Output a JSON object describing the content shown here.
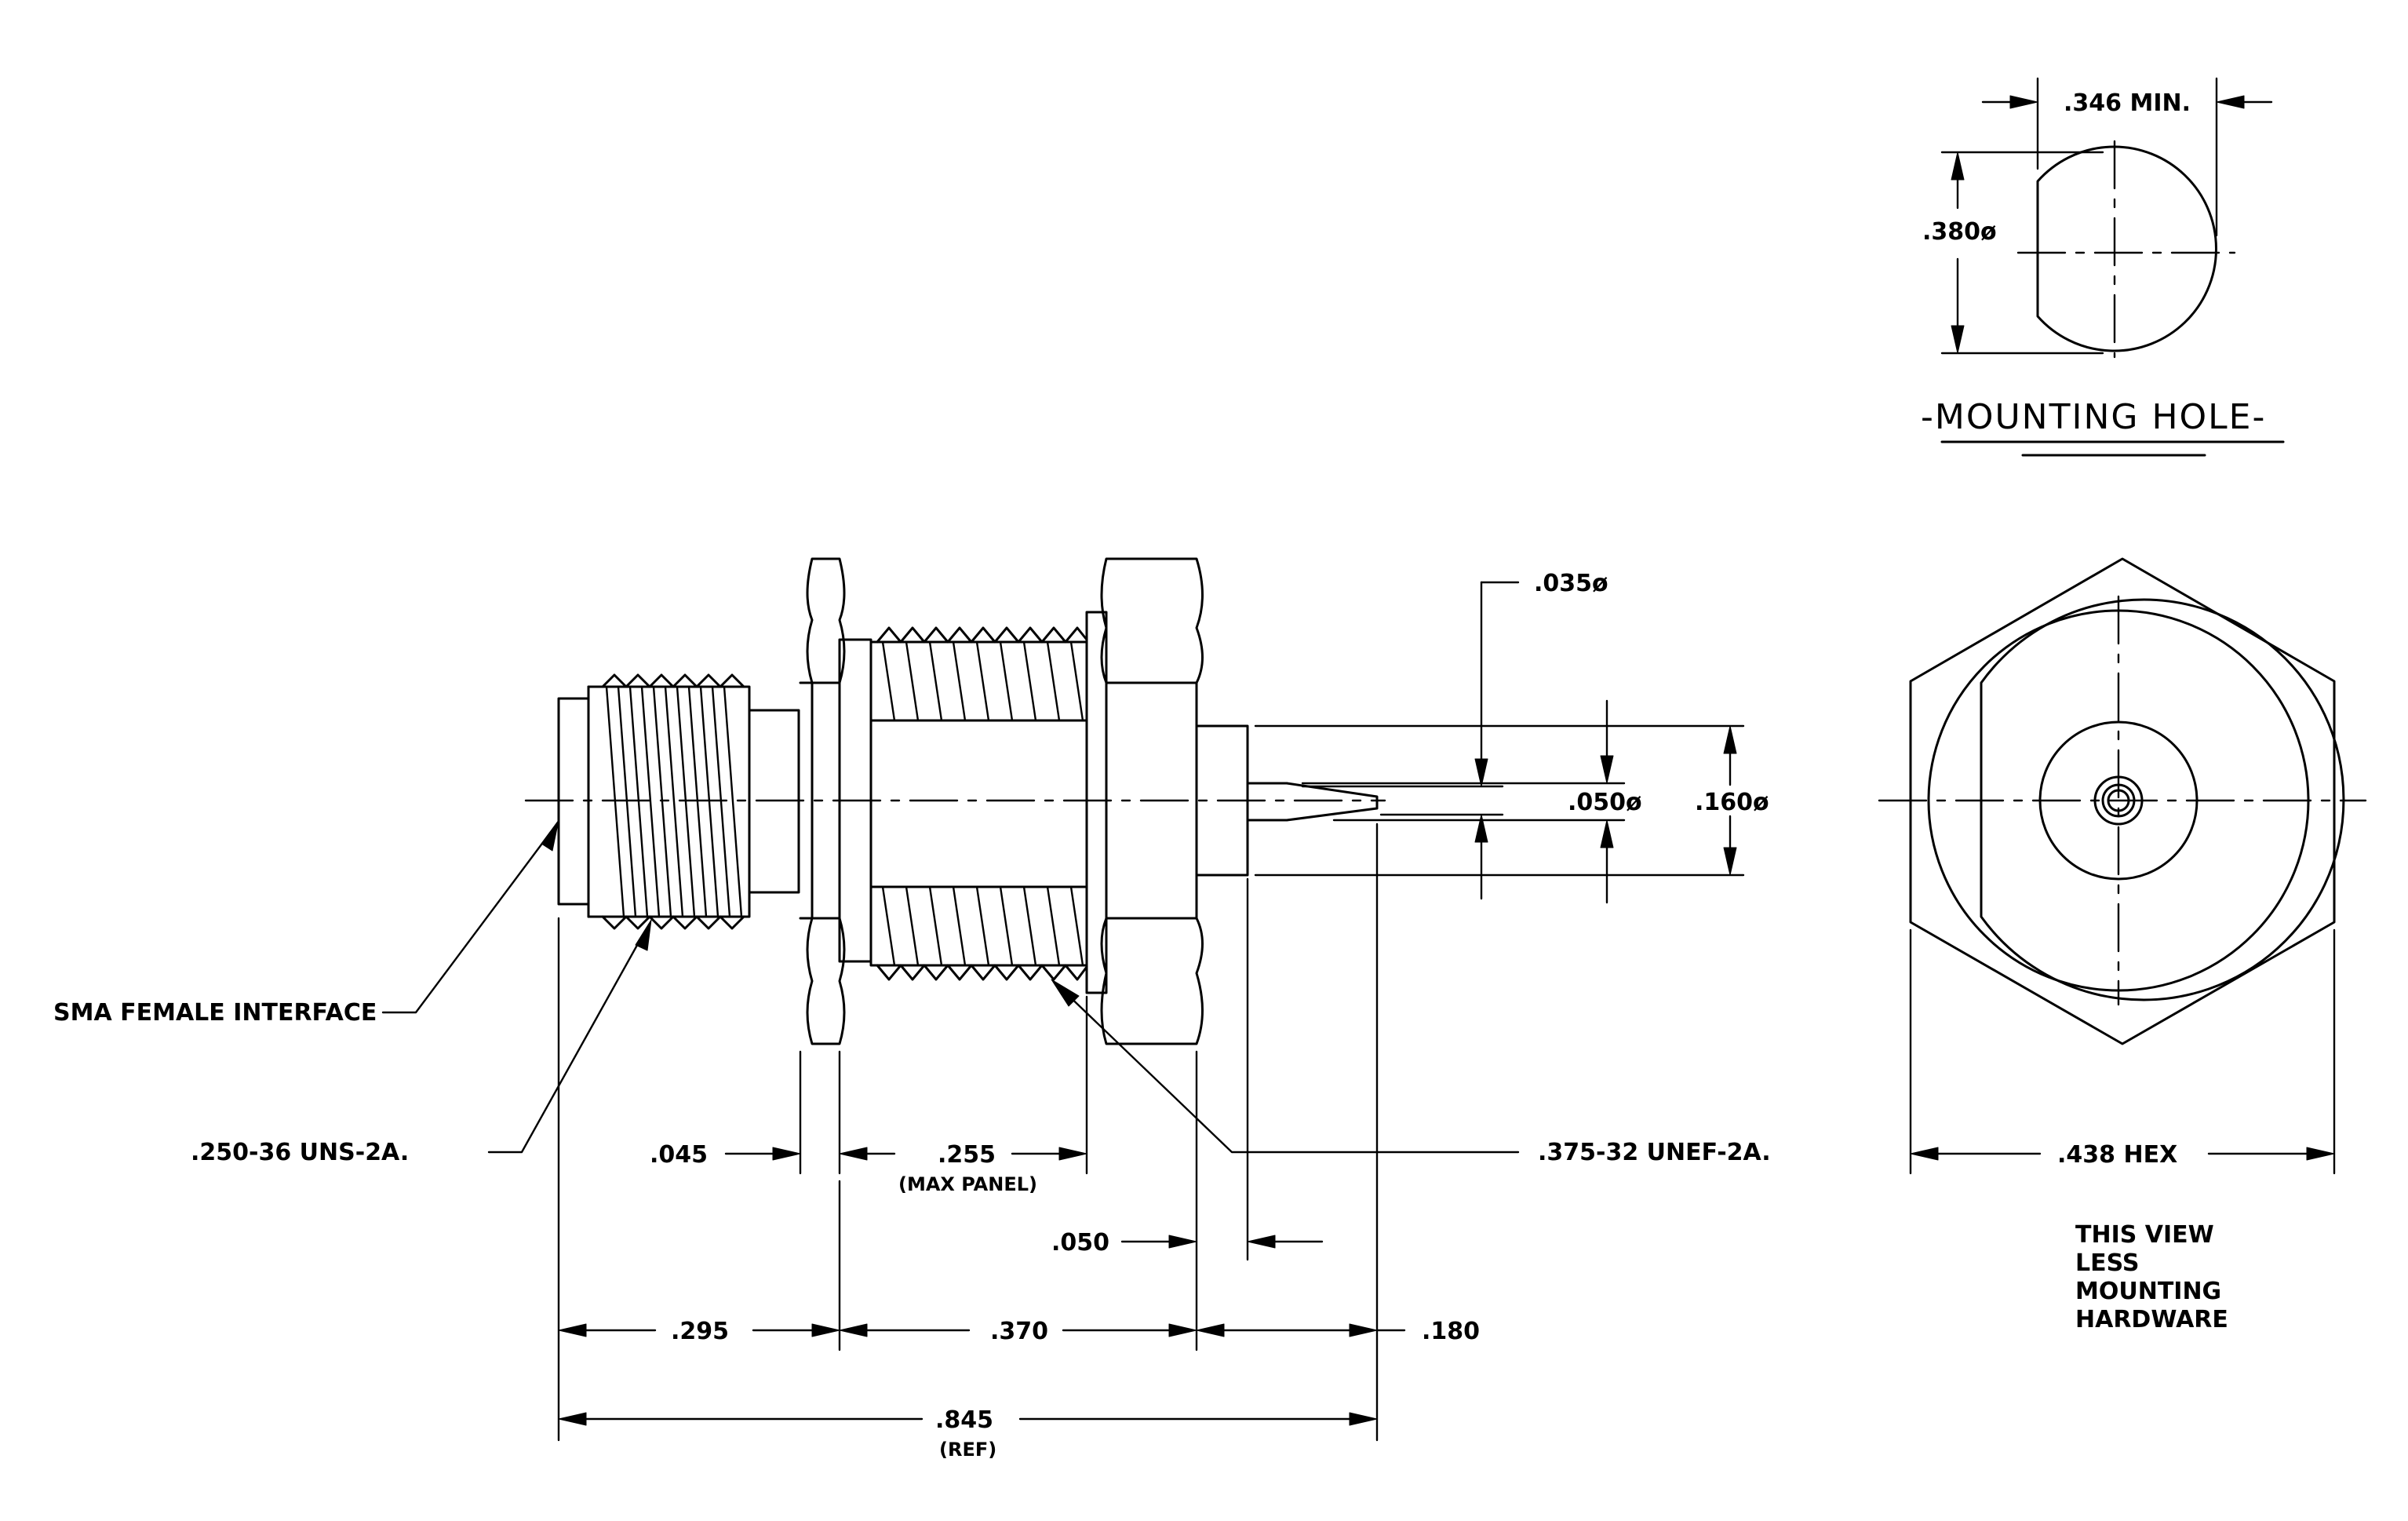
{
  "drawing": {
    "mounting_hole": {
      "title": "-MOUNTING HOLE-",
      "width_label": ".346 MIN.",
      "diameter_label": ".380ø"
    },
    "side_view": {
      "pin_diameter_label": ".035ø",
      "insulator_diameter_label": ".050ø",
      "body_diameter_label": ".160ø",
      "interface_callout": "SMA FEMALE INTERFACE",
      "front_thread_callout": ".250-36 UNS-2A.",
      "rear_thread_callout": ".375-32 UNEF-2A.",
      "washer_thickness": ".045",
      "panel_thickness": ".255",
      "panel_note": "(MAX PANEL)",
      "flange_thickness": ".050",
      "dim_front": ".295",
      "dim_middle": ".370",
      "dim_pin": ".180",
      "dim_overall": ".845",
      "dim_overall_note": "(REF)"
    },
    "end_view": {
      "hex_label": ".438 HEX",
      "note": [
        "THIS VIEW",
        "LESS",
        "MOUNTING",
        "HARDWARE"
      ]
    }
  }
}
